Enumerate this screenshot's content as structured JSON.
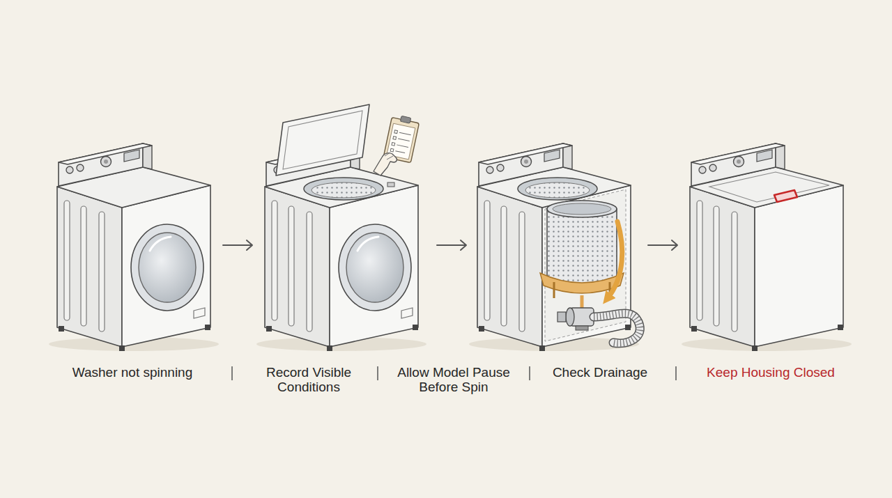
{
  "diagram": {
    "labels": [
      "Washer not spinning",
      "Record Visible Conditions",
      "Allow Model Pause Before Spin",
      "Check Drainage",
      "Keep Housing Closed"
    ]
  }
}
